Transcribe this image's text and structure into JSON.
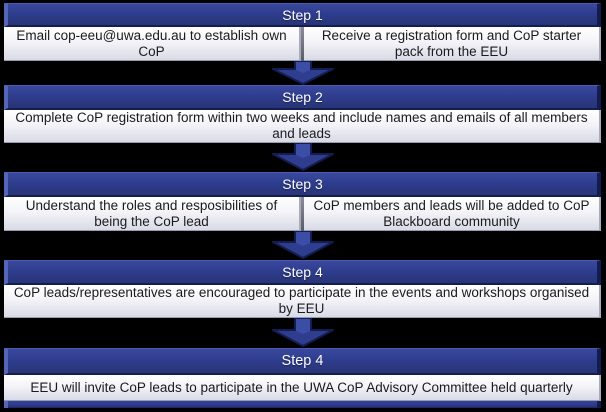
{
  "diagram": {
    "kind": "vertical step flowchart",
    "background_color": "#000000",
    "header_color": "#2e3d8e",
    "header_text_color": "#ffffff",
    "panel_color_top": "#ffffff",
    "panel_color_bottom": "#d8dae6",
    "arrow_color": "#2e3d8e",
    "arrow_outline_color": "#141d52"
  },
  "steps": [
    {
      "title": "Step 1",
      "panels": [
        "Email cop-eeu@uwa.edu.au to establish own CoP",
        "Receive a registration form and CoP starter pack from the EEU"
      ]
    },
    {
      "title": "Step 2",
      "panels": [
        "Complete CoP registration form within two weeks and include names and emails of all members and leads"
      ]
    },
    {
      "title": "Step 3",
      "panels": [
        "Understand the roles and resposibilities of being the CoP lead",
        "CoP members and leads will be added to CoP Blackboard community"
      ]
    },
    {
      "title": "Step 4",
      "panels": [
        "CoP leads/representatives are encouraged to participate in the events and workshops organised by EEU"
      ]
    },
    {
      "title": "Step 4",
      "panels": [
        "EEU will invite CoP leads to participate in the UWA CoP Advisory Committee held quarterly"
      ]
    }
  ]
}
